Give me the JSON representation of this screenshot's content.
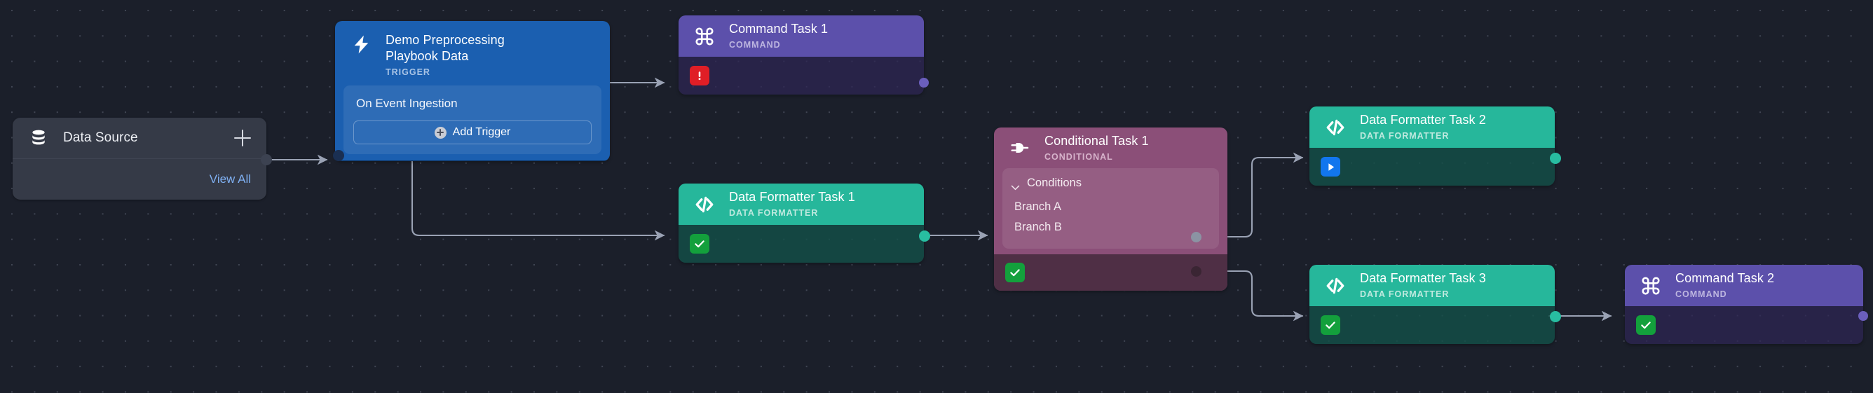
{
  "canvas": {
    "background_color": "#1b1f2a",
    "grid_dot_color": "#969eb2"
  },
  "data_source_card": {
    "icon": "database-icon",
    "title": "Data Source",
    "add_icon": "plus-icon",
    "view_all_label": "View All",
    "view_all_color": "#7fb0f2",
    "background_color": "#353a47"
  },
  "nodes": [
    {
      "id": "trigger",
      "icon": "lightning-bolt-icon",
      "title": "Demo Preprocessing Playbook Data",
      "subtitle": "TRIGGER",
      "event_label": "On Event Ingestion",
      "add_trigger_label": "Add Trigger",
      "add_trigger_icon": "plus-circle-icon",
      "status": "success",
      "status_icon": "check-icon",
      "header_color": "#1b5fb0"
    },
    {
      "id": "command-task-1",
      "icon": "command-icon",
      "title": "Command Task 1",
      "subtitle": "COMMAND",
      "status": "error",
      "status_icon": "exclamation-icon",
      "header_color": "#5c50ab"
    },
    {
      "id": "data-formatter-task-1",
      "icon": "code-icon",
      "title": "Data Formatter Task 1",
      "subtitle": "DATA FORMATTER",
      "status": "success",
      "status_icon": "check-icon",
      "header_color": "#26b79b"
    },
    {
      "id": "conditional-task-1",
      "icon": "conditional-plug-icon",
      "title": "Conditional Task 1",
      "subtitle": "CONDITIONAL",
      "conditions_label": "Conditions",
      "conditions_expanded": true,
      "branches": [
        "Branch A",
        "Branch B"
      ],
      "status": "success",
      "status_icon": "check-icon",
      "header_color": "#8b4f78"
    },
    {
      "id": "data-formatter-task-2",
      "icon": "code-icon",
      "title": "Data Formatter Task 2",
      "subtitle": "DATA FORMATTER",
      "status": "running",
      "status_icon": "play-icon",
      "header_color": "#26b79b"
    },
    {
      "id": "data-formatter-task-3",
      "icon": "code-icon",
      "title": "Data Formatter Task 3",
      "subtitle": "DATA FORMATTER",
      "status": "success",
      "status_icon": "check-icon",
      "header_color": "#26b79b"
    },
    {
      "id": "command-task-2",
      "icon": "command-icon",
      "title": "Command Task 2",
      "subtitle": "COMMAND",
      "status": "success",
      "status_icon": "check-icon",
      "header_color": "#5c50ab"
    }
  ],
  "status_colors": {
    "success": "#13a03c",
    "error": "#e01e26",
    "running": "#1276ee"
  },
  "edge_color": "#9aa2b4"
}
